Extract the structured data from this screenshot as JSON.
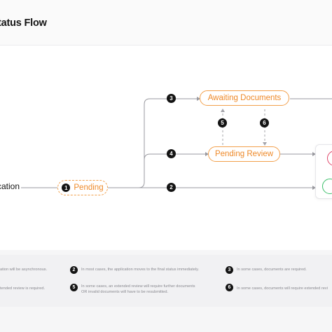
{
  "header": {
    "title": "tatus Flow"
  },
  "flow": {
    "start_label": "cation",
    "nodes": {
      "pending": {
        "step": "1",
        "label": "Pending"
      },
      "awaiting_documents": {
        "label": "Awaiting Documents"
      },
      "pending_review": {
        "label": "Pending Review"
      }
    },
    "markers": {
      "m2": "2",
      "m3": "3",
      "m4": "4",
      "m5": "5",
      "m6": "6"
    }
  },
  "legend": {
    "items": [
      {
        "num": "",
        "text": "ation will be asynchronous."
      },
      {
        "num": "",
        "text": "tended review is required."
      },
      {
        "num": "2",
        "text": "In most cases, the application moves to the final status immediately."
      },
      {
        "num": "5",
        "text": "In some cases, an extended review will require further documents OR invalid documents will have to be resubmitted."
      },
      {
        "num": "3",
        "text": "In some cases, documents are required."
      },
      {
        "num": "6",
        "text": "In some cases, documents will require extended revi"
      }
    ]
  },
  "colors": {
    "accent": "#ee8a2a",
    "accent_border": "#f2a04c",
    "declined": "#e0476b",
    "approved": "#3bbf6a"
  }
}
